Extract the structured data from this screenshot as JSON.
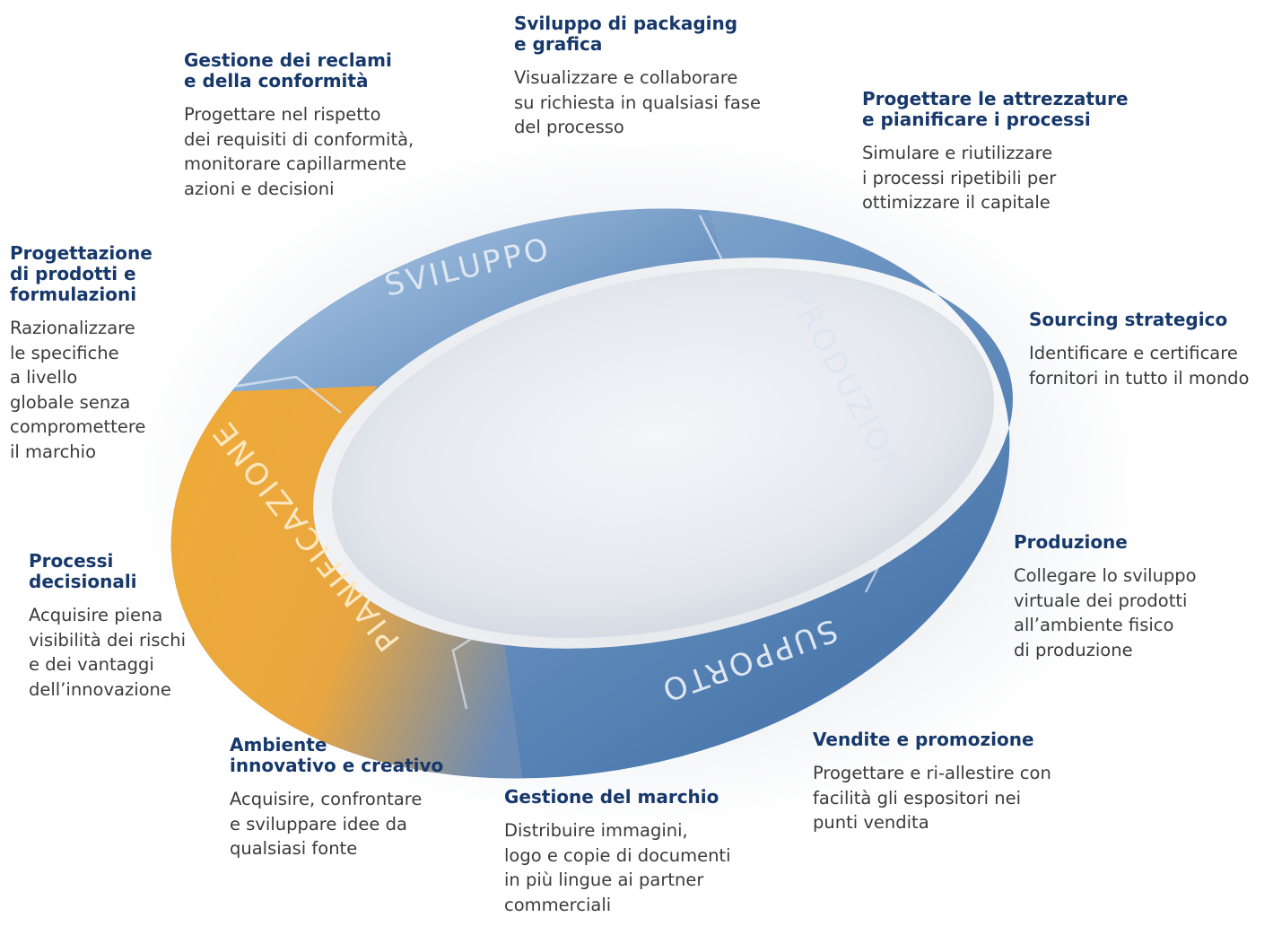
{
  "colors": {
    "ring_blue_light": "#8aaed2",
    "ring_blue_dark": "#3f6ea5",
    "ring_orange": "#eba53a",
    "heading": "#16386b",
    "body_text": "#3b3b3b"
  },
  "ring": {
    "sviluppo": "SVILUPPO",
    "produzione": "PRODUZIONE",
    "supporto": "SUPPORTO",
    "pianificazione": "PIANIFICAZIONE"
  },
  "blocks": {
    "packaging": {
      "title": "Sviluppo di packaging\ne grafica",
      "text": "Visualizzare e collaborare\nsu richiesta in qualsiasi fase\ndel processo"
    },
    "reclami": {
      "title": "Gestione dei reclami\ne della conformità",
      "text": "Progettare nel rispetto\ndei requisiti di conformità,\nmonitorare capillarmente\nazioni e decisioni"
    },
    "attrezzature": {
      "title": "Progettare le attrezzature\ne pianificare i processi",
      "text": "Simulare e riutilizzare\ni processi ripetibili per\nottimizzare il capitale"
    },
    "prodotti": {
      "title": "Progettazione\ndi prodotti e\nformulazioni",
      "text": "Razionalizzare\nle specifiche\na livello\nglobale senza\ncompromettere\nil marchio"
    },
    "sourcing": {
      "title": "Sourcing strategico",
      "text": "Identificare e certificare\nfornitori in tutto il mondo"
    },
    "decisionali": {
      "title": "Processi\ndecisionali",
      "text": "Acquisire piena\nvisibilità dei rischi\ne dei vantaggi\ndell’innovazione"
    },
    "produzione": {
      "title": "Produzione",
      "text": "Collegare lo sviluppo\nvirtuale dei prodotti\nall’ambiente fisico\ndi produzione"
    },
    "ambiente": {
      "title": "Ambiente\ninnovativo e creativo",
      "text": "Acquisire, confrontare\ne sviluppare idee da\nqualsiasi fonte"
    },
    "marchio": {
      "title": "Gestione del marchio",
      "text": "Distribuire immagini,\nlogo e copie di documenti\nin più lingue ai partner\ncommerciali"
    },
    "vendite": {
      "title": "Vendite e promozione",
      "text": "Progettare e ri-allestire con\nfacilità gli espositori nei\npunti vendita"
    }
  }
}
